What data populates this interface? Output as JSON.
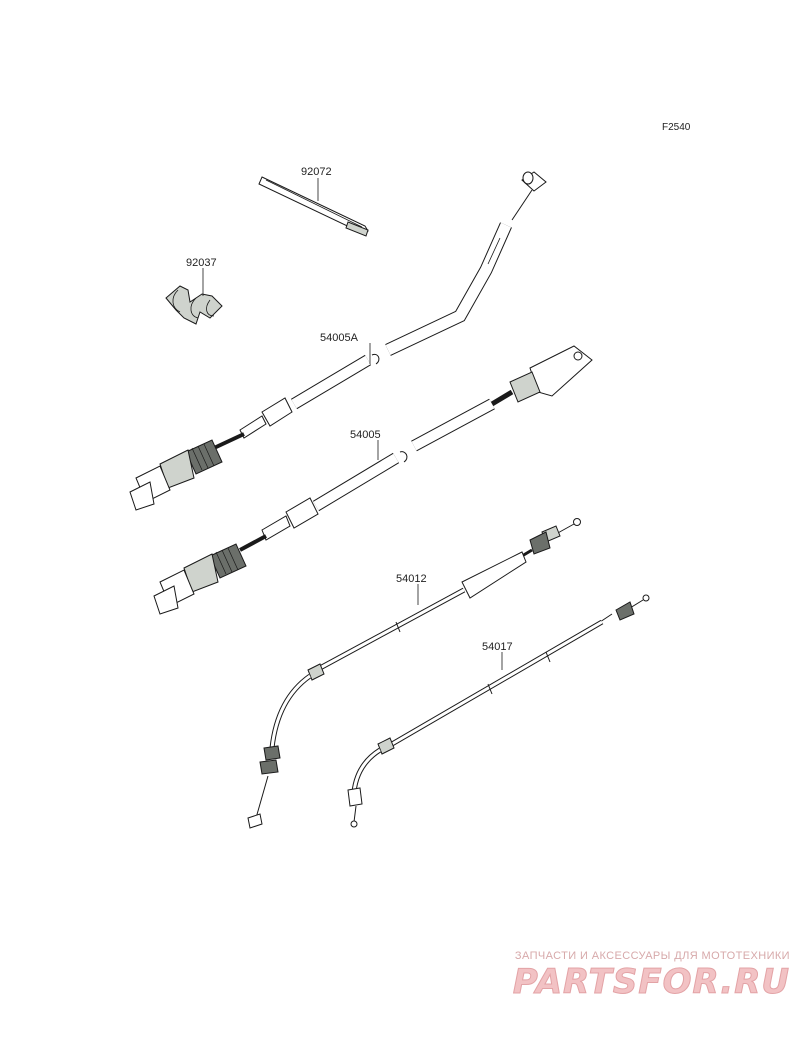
{
  "figure_code": "F2540",
  "parts": [
    {
      "id": "p1",
      "number": "92072"
    },
    {
      "id": "p2",
      "number": "92037"
    },
    {
      "id": "p3",
      "number": "54005A"
    },
    {
      "id": "p4",
      "number": "54005"
    },
    {
      "id": "p5",
      "number": "54012"
    },
    {
      "id": "p6",
      "number": "54017"
    }
  ],
  "watermark": {
    "tagline": "ЗАПЧАСТИ И АКСЕССУАРЫ ДЛЯ МОТОТЕХНИКИ",
    "logo": "PARTSFOR.RU"
  }
}
